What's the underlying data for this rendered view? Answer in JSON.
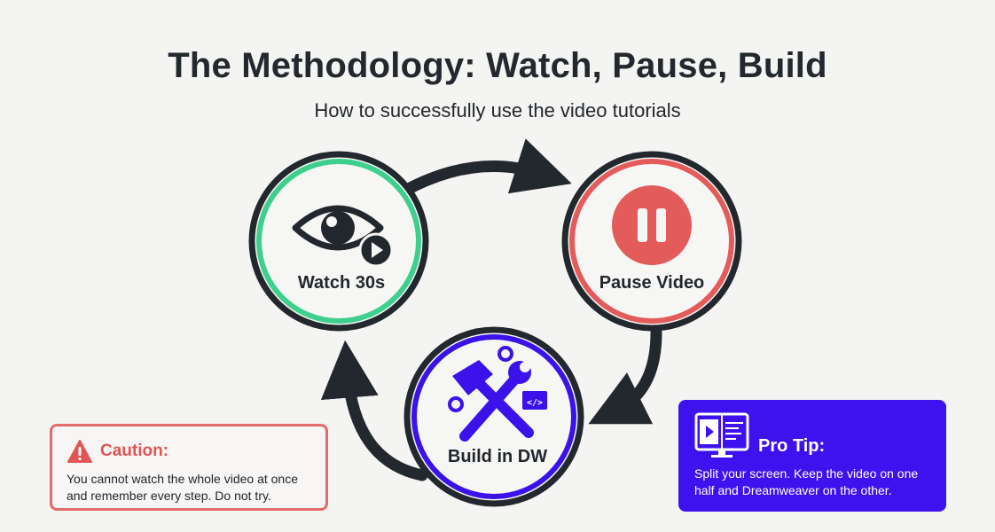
{
  "header": {
    "title": "The Methodology: Watch, Pause, Build",
    "subtitle": "How to successfully use the video tutorials"
  },
  "steps": [
    {
      "label": "Watch 30s",
      "icon": "eye-play-icon",
      "color": "#3ecf8e"
    },
    {
      "label": "Pause Video",
      "icon": "pause-icon",
      "color": "#e35b5b"
    },
    {
      "label": "Build in DW",
      "icon": "tools-code-icon",
      "color": "#3b12ea"
    }
  ],
  "caution": {
    "title": "Caution:",
    "text": "You cannot watch the whole video at once and remember every step. Do not try.",
    "color": "#e35b5b",
    "icon": "warning-icon"
  },
  "pro_tip": {
    "title": "Pro Tip:",
    "text": "Split your screen. Keep the video on one half and Dreamweaver on the other.",
    "color": "#3d12ee",
    "icon": "split-screen-icon"
  }
}
